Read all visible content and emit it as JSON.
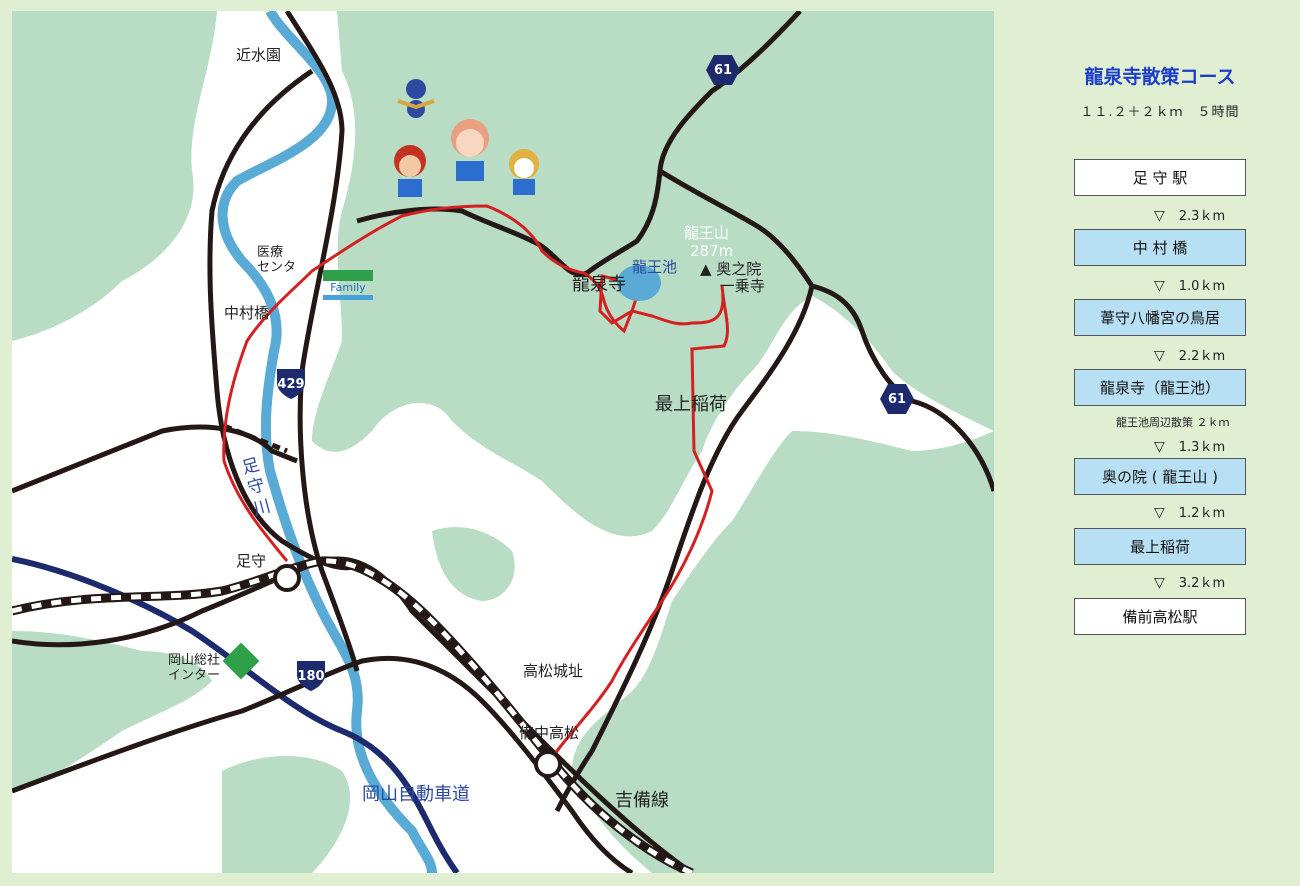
{
  "map": {
    "places": {
      "kinsuien": "近水園",
      "medical_center": "医療\nセンタ",
      "nakamura_bashi": "中村橋",
      "ryusenji": "龍泉寺",
      "ryuouike": "龍王池",
      "ryuouzan": "龍王山",
      "ryuouzan_elev": "287m",
      "okunoin": "▲ 奥之院\n　 一乗寺",
      "saijo_inari": "最上稲荷",
      "river": "足\n守\n川",
      "ashimori": "足守",
      "okayama_interchange": "岡山総社\nインター",
      "takamatsu_castle": "高松城址",
      "bitchu_takamatsu": "備中高松",
      "kibi_line": "吉備線",
      "expressway": "岡山自動車道",
      "family_mart": "Family"
    },
    "routes": {
      "r61_north": "61",
      "r61_east": "61",
      "r429": "429",
      "r180": "180"
    },
    "colors": {
      "route": "#d42020",
      "road": "#231815",
      "river": "#5aaad6",
      "expressway": "#1d2a6e",
      "forest": "#b8dcc4",
      "shield": "#1d2a6e"
    }
  },
  "panel": {
    "title": "龍泉寺散策コース",
    "meta": "１１.２＋２ｋｍ　５時間",
    "stops": [
      {
        "label": "足 守 駅",
        "style": "white"
      },
      {
        "label": "中 村 橋",
        "style": "blue"
      },
      {
        "label": "葦守八幡宮の鳥居",
        "style": "blue"
      },
      {
        "label": "龍泉寺（龍王池）",
        "style": "blue"
      },
      {
        "label": "奥の院 ( 龍王山 )",
        "style": "blue"
      },
      {
        "label": "最上稲荷",
        "style": "blue"
      },
      {
        "label": "備前高松駅",
        "style": "white"
      }
    ],
    "distances": [
      "2.3ｋm",
      "1.0ｋm",
      "2.2ｋm",
      "1.3ｋm",
      "1.2ｋm",
      "3.2ｋm"
    ],
    "distance_marker": "▽",
    "note": "龍王池周辺散策 ２ｋｍ"
  }
}
